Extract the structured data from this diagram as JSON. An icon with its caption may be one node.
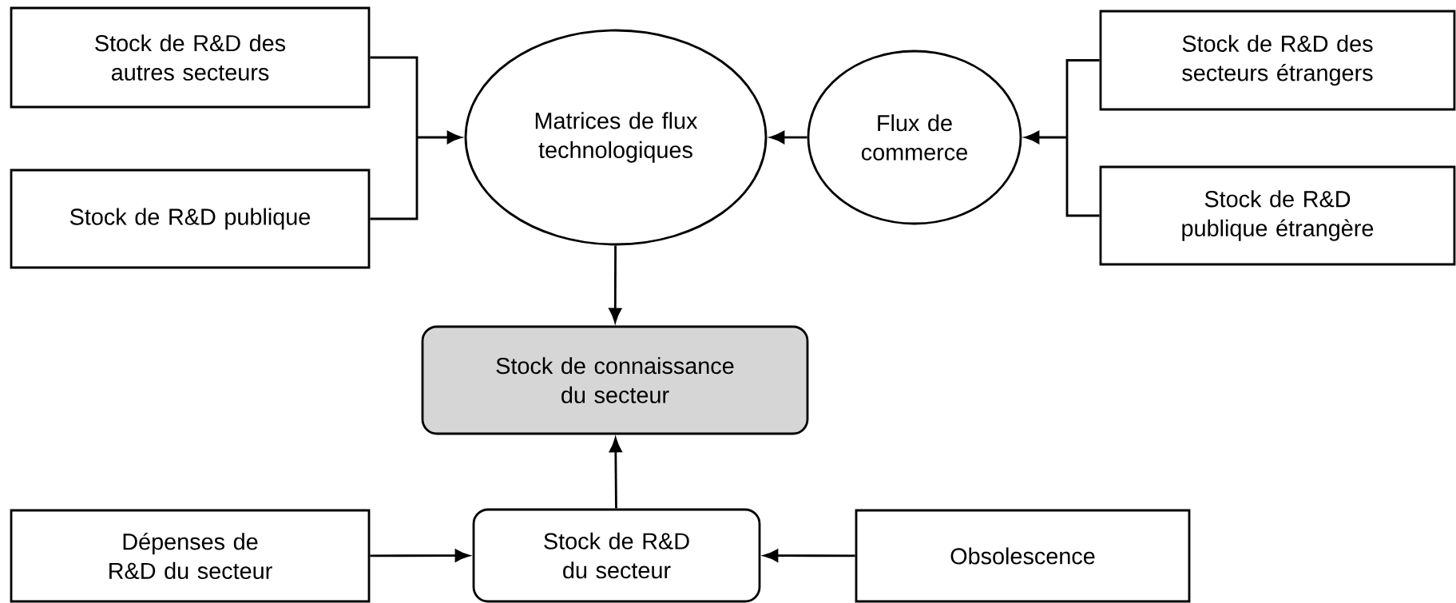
{
  "diagram": {
    "nodes": [
      {
        "text": [
          "Stock de R&D des autres secteurs"
        ]
      },
      {
        "text": [
          "Stock de R&D publique"
        ]
      },
      {
        "text": [
          "Matrices de flux technologiques"
        ]
      },
      {
        "text": [
          "Flux de commerce"
        ]
      },
      {
        "text": [
          "Stock de R&D des secteurs étrangers"
        ]
      },
      {
        "text": [
          "Stock de R&D publique étrangère"
        ]
      },
      {
        "text": [
          "Stock de connaissance du secteur"
        ]
      },
      {
        "text": [
          "Dépenses de R&D du secteur"
        ]
      },
      {
        "text": [
          "Stock de R&D du secteur"
        ]
      },
      {
        "text": [
          "Obsolescence"
        ]
      }
    ],
    "edges": [
      {
        "from": 0,
        "to": 2,
        "arrow": "to"
      },
      {
        "from": 1,
        "to": 2,
        "arrow": "to"
      },
      {
        "from": 4,
        "to": 3,
        "arrow": "to"
      },
      {
        "from": 5,
        "to": 3,
        "arrow": "to"
      },
      {
        "from": 3,
        "to": 2,
        "arrow": "to"
      },
      {
        "from": 2,
        "to": 6,
        "arrow": "to"
      },
      {
        "from": 8,
        "to": 6,
        "arrow": "to"
      },
      {
        "from": 7,
        "to": 8,
        "arrow": "to"
      },
      {
        "from": 9,
        "to": 8,
        "arrow": "to"
      }
    ]
  }
}
